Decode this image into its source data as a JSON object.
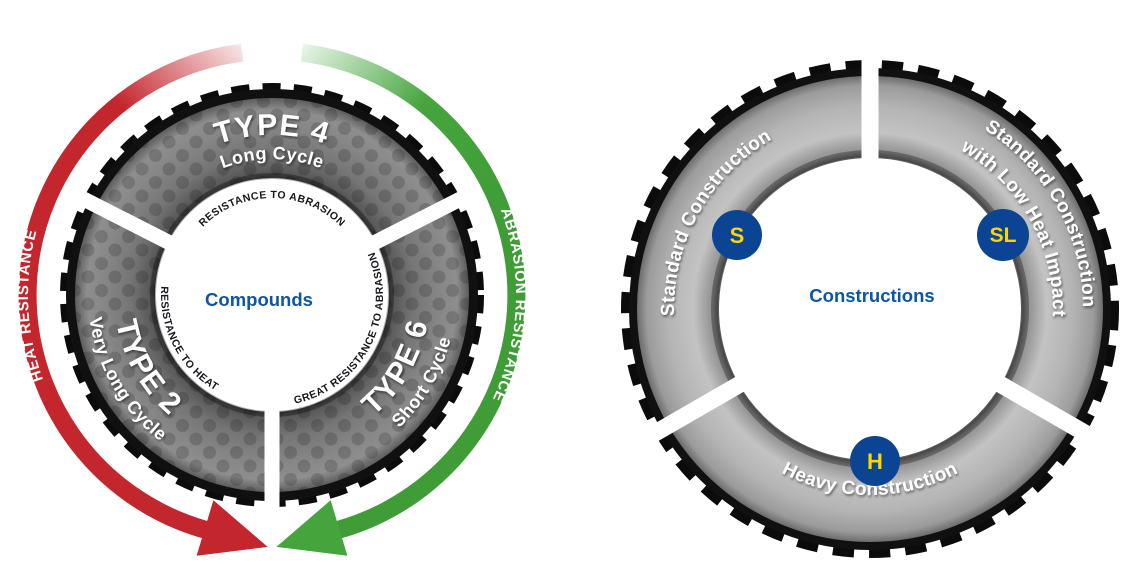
{
  "diagram_left": {
    "center_label": "Compounds",
    "heat_arrow_label": "HEAT RESISTANCE",
    "abrasion_arrow_label": "ABRASION RESISTANCE",
    "segments": [
      {
        "position": "top",
        "type": "TYPE 4",
        "cycle": "Long Cycle",
        "note": "RESISTANCE TO ABRASION"
      },
      {
        "position": "bottom-left",
        "type": "TYPE 2",
        "cycle": "Very Long Cycle",
        "note": "RESISTANCE TO HEAT"
      },
      {
        "position": "bottom-right",
        "type": "TYPE 6",
        "cycle": "Short Cycle",
        "note": "GREAT RESISTANCE TO ABRASION"
      }
    ]
  },
  "diagram_right": {
    "center_label": "Constructions",
    "segments": [
      {
        "position": "left",
        "label": "Standard Construction",
        "badge": "S"
      },
      {
        "position": "right",
        "label_line1": "Standard Construction",
        "label_line2": "with Low Heat Impact",
        "badge": "SL"
      },
      {
        "position": "bottom",
        "label": "Heavy Construction",
        "badge": "H"
      }
    ]
  },
  "colors": {
    "heat_red": "#c4262d",
    "abrasion_green": "#45a53c",
    "accent_blue": "#0d55a6",
    "badge_blue": "#0a4493",
    "badge_yellow": "#ffd400",
    "tire_black": "#0b0b0b",
    "note_text": "#15171c"
  }
}
